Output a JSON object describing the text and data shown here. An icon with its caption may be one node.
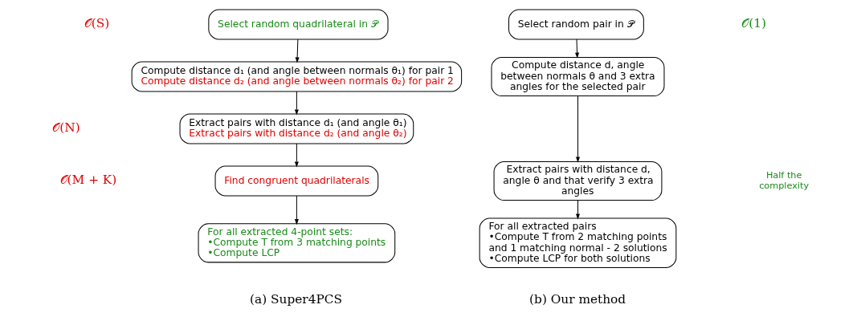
{
  "diagram": {
    "nodes": [
      {
        "text": [
          "Select random quadrilateral in 𝒫"
        ]
      },
      {
        "text": [
          "Compute distance d₁ (and angle between normals θ₁) for pair 1",
          "Compute distance d₂ (and angle between normals θ₂) for pair 2"
        ]
      },
      {
        "text": [
          "Extract pairs with distance d₁ (and angle θ₁)",
          "Extract pairs with distance d₂ (and angle θ₂)"
        ]
      },
      {
        "text": [
          "Find congruent quadrilaterals"
        ]
      },
      {
        "text": [
          "For all extracted 4-point sets:",
          "•Compute T from 3 matching points",
          "•Compute LCP"
        ]
      },
      {
        "text": [
          "Select random pair in 𝒫"
        ]
      },
      {
        "text": [
          "Compute distance d, angle between normals θ and 3 extra angles for the selected pair"
        ]
      },
      {
        "text": [
          "Extract pairs with distance d, angle θ and that verify 3 extra angles"
        ]
      },
      {
        "text": [
          "For all extracted pairs",
          "•Compute T from 2 matching points and 1 matching normal - 2 solutions",
          "•Compute LCP for both solutions"
        ]
      }
    ],
    "edges": [
      {
        "from": 0,
        "to": 1,
        "arrow": "to"
      },
      {
        "from": 1,
        "to": 2,
        "arrow": "to"
      },
      {
        "from": 2,
        "to": 3,
        "arrow": "to"
      },
      {
        "from": 3,
        "to": 4,
        "arrow": "to"
      },
      {
        "from": 5,
        "to": 6,
        "arrow": "to"
      },
      {
        "from": 6,
        "to": 7,
        "arrow": "to"
      },
      {
        "from": 7,
        "to": 8,
        "arrow": "to"
      }
    ],
    "labels": [
      "𝒪(S)",
      "𝒪(1)",
      "𝒪(N)",
      "Half the complexity",
      "𝒪(M + K)",
      "(a) Super4PCS",
      "(b) Our method"
    ]
  }
}
